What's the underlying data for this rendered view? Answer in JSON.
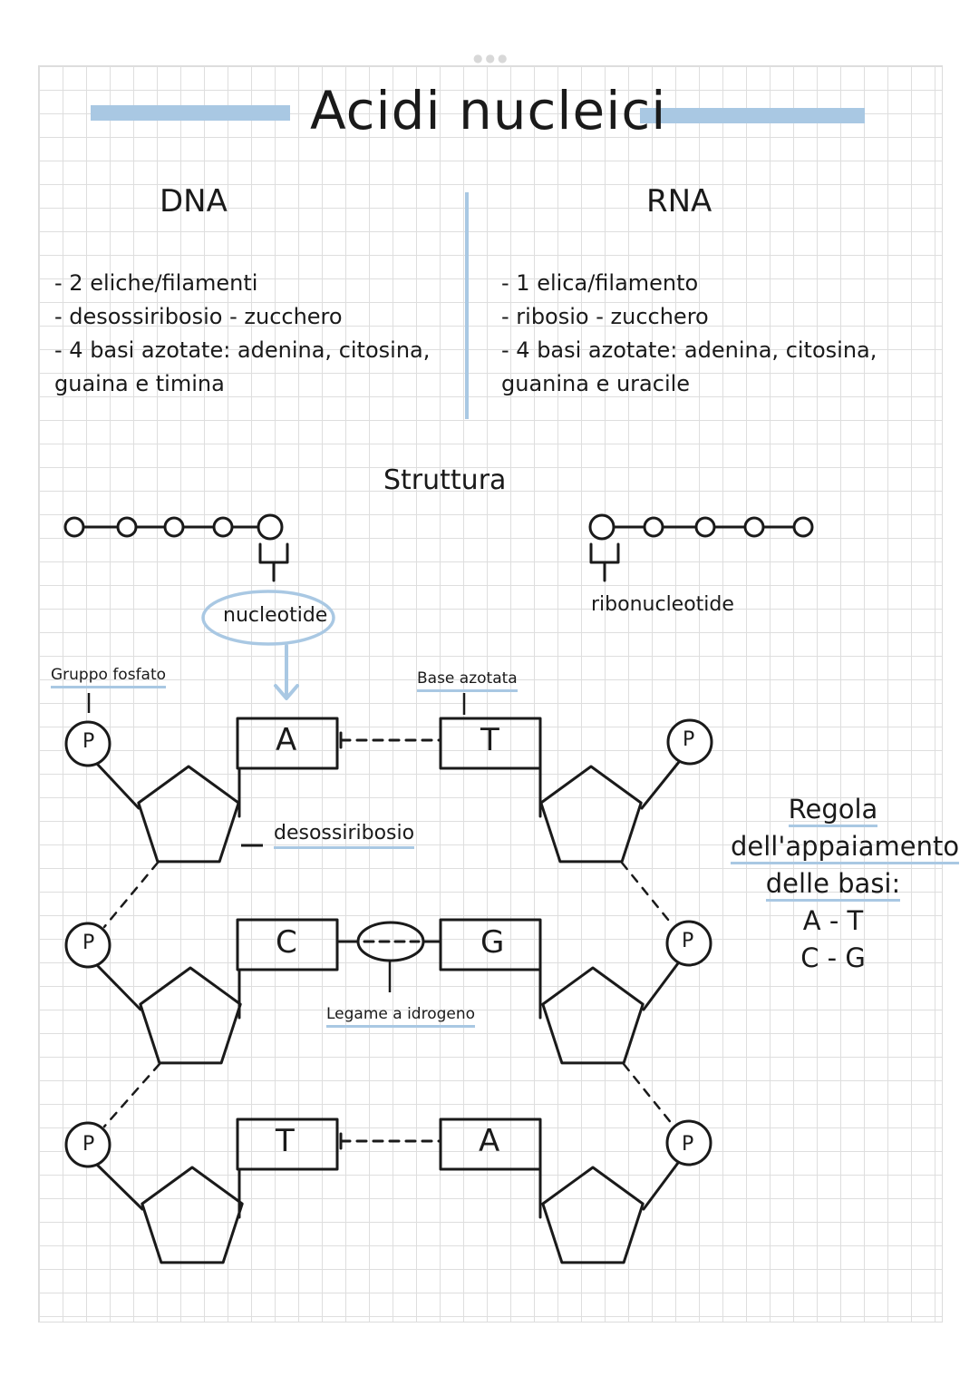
{
  "title": "Acidi nucleici",
  "dna": {
    "heading": "DNA",
    "points": [
      "- 2 eliche/filamenti",
      "- desossiribosio - zucchero",
      "- 4 basi azotate: adenina, citosina,",
      "guaina e timina"
    ]
  },
  "rna": {
    "heading": "RNA",
    "points": [
      "- 1 elica/filamento",
      "- ribosio - zucchero",
      "- 4 basi azotate: adenina, citosina,",
      "guanina e uracile"
    ]
  },
  "structure": {
    "heading": "Struttura",
    "nucleotide_label": "nucleotide",
    "ribonucleotide_label": "ribonucleotide"
  },
  "diagram": {
    "phosphate_group_label": "Gruppo fosfato",
    "nitrogen_base_label": "Base azotata",
    "sugar_label": "desossiribosio",
    "hydrogen_bond_label": "Legame a idrogeno",
    "phosphate_symbol": "P",
    "pairs": [
      {
        "left": "A",
        "right": "T"
      },
      {
        "left": "C",
        "right": "G"
      },
      {
        "left": "T",
        "right": "A"
      }
    ]
  },
  "rule": {
    "lines": [
      "Regola",
      "dell'appaiamento",
      "delle basi:"
    ],
    "pairs": [
      "A - T",
      "C - G"
    ]
  },
  "colors": {
    "accent_blue": "#a9c8e3",
    "ink": "#1a1a1a",
    "grid": "#dedede"
  }
}
